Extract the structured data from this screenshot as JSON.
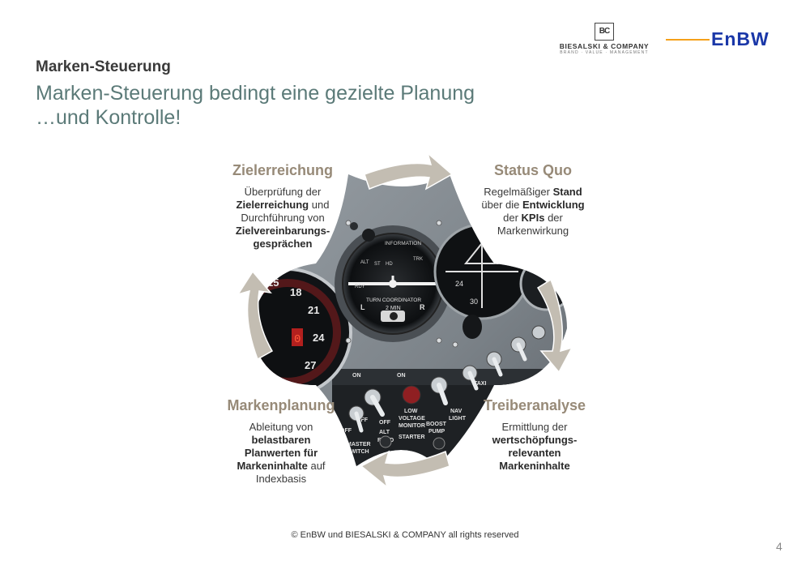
{
  "header": {
    "kicker": "Marken-Steuerung",
    "title_line1": "Marken-Steuerung bedingt eine gezielte Planung",
    "title_line2": "…und Kontrolle!"
  },
  "logos": {
    "bc_mark": "BC",
    "bc_name": "BIESALSKI & COMPANY",
    "bc_tagline": "BRAND · VALUE · MANAGEMENT",
    "enbw": "EnBW",
    "enbw_accent": "#f5a01a",
    "enbw_blue": "#1a37a8"
  },
  "cycle": {
    "accent": "#978a78",
    "arrow_color": "#c3bdb2",
    "q1": {
      "title": "Zielerreichung",
      "body": [
        "Überprüfung der",
        "**Zielerreichung** und",
        "Durchführung von",
        "**Zielvereinbarungs-**",
        "**gesprächen**"
      ]
    },
    "q2": {
      "title": "Status Quo",
      "body": [
        "Regelmäßiger **Stand**",
        "über die **Entwicklung**",
        "der **KPIs** der",
        "Markenwirkung"
      ]
    },
    "q3": {
      "title": "Treiberanalyse",
      "body": [
        "Ermittlung der",
        "**wertschöpfungs-**",
        "**relevanten**",
        "**Markeninhalte**"
      ]
    },
    "q4": {
      "title": "Markenplanung",
      "body": [
        "Ableitung von",
        "**belastbaren**",
        "**Planwerten für**",
        "**Markeninhalte** auf",
        "Indexbasis"
      ]
    }
  },
  "cockpit_labels": {
    "turn_coordinator": "TURN COORDINATOR",
    "two_min": "2 MIN",
    "left_mark": "L",
    "right_mark": "R",
    "information": "INFORMATION",
    "ladder_tl": "ALT",
    "ladder_st": "ST",
    "ladder_hd": "HD",
    "ladder_trk": "TRK",
    "ladder_rdy": "RDY",
    "on_left": "ON",
    "on_right": "ON",
    "off_labels": [
      "OFF",
      "OFF",
      "OFF"
    ],
    "switch_alt": "ALT",
    "switch_field": "FIELD",
    "switch_low": "LOW",
    "switch_voltage": "VOLTAGE",
    "switch_monitor": "MONITOR",
    "switch_starter": "STARTER",
    "switch_boost": "BOOST",
    "switch_pump": "PUMP",
    "switch_nav": "NAV",
    "switch_light": "LIGHT",
    "switch_taxi": "TAXI",
    "switch_master": "MASTER",
    "switch_switch": "SWITCH",
    "heading_numbers": [
      "15",
      "18",
      "21",
      "24",
      "27"
    ],
    "digital_readout": "0",
    "dial_numbers": [
      "24",
      "30"
    ]
  },
  "footer": "© EnBW und BIESALSKI & COMPANY all rights reserved",
  "page_number": "4"
}
